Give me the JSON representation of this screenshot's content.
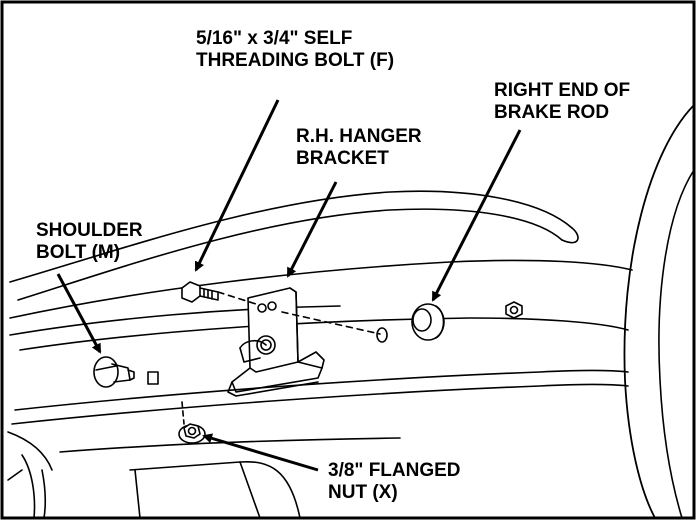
{
  "callouts": {
    "self_threading_bolt": {
      "line1": "5/16\" x 3/4\" SELF",
      "line2": "THREADING BOLT (F)"
    },
    "right_end_brake_rod": {
      "line1": "RIGHT END OF",
      "line2": "BRAKE ROD"
    },
    "hanger_bracket": {
      "line1": "R.H. HANGER",
      "line2": "BRACKET"
    },
    "shoulder_bolt": {
      "line1": "SHOULDER",
      "line2": "BOLT (M)"
    },
    "flanged_nut": {
      "line1": "3/8\" FLANGED",
      "line2": "NUT (X)"
    }
  }
}
